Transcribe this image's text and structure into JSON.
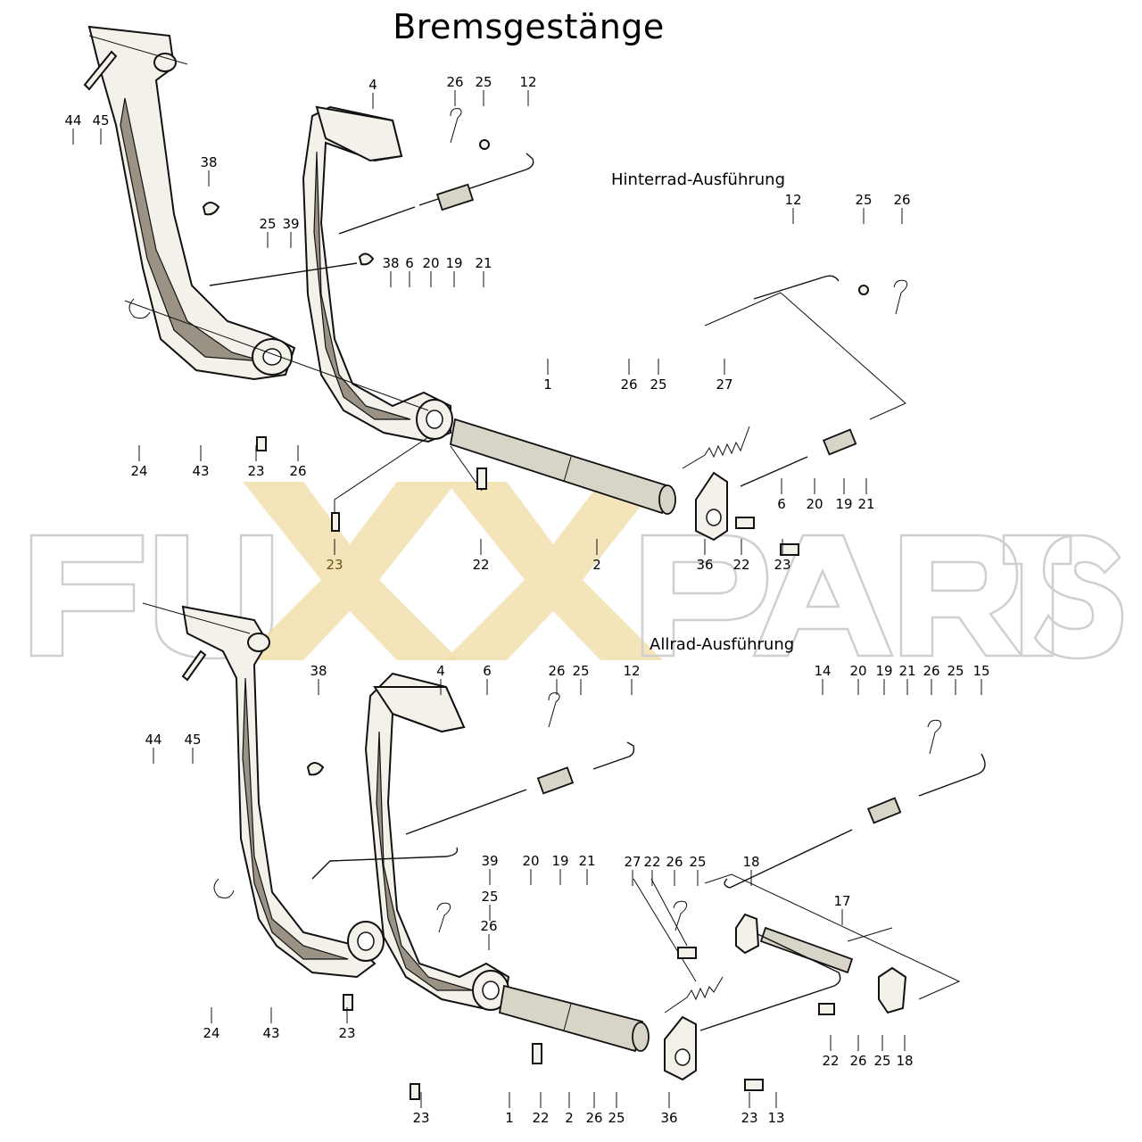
{
  "title": "Bremsgestänge",
  "variants": {
    "rear": "Hinterrad-Ausführung",
    "allwheel": "Allrad-Ausführung"
  },
  "watermark": {
    "left": "FU",
    "middle": "XX",
    "right": "PARTS",
    "accent_color": "#f2dfae",
    "outline_color": "#cfcfcf"
  },
  "labels_top": [
    {
      "id": "44",
      "text": "44"
    },
    {
      "id": "45",
      "text": "45"
    },
    {
      "id": "4",
      "text": "4"
    },
    {
      "id": "26a",
      "text": "26"
    },
    {
      "id": "25a",
      "text": "25"
    },
    {
      "id": "12a",
      "text": "12"
    },
    {
      "id": "38a",
      "text": "38"
    },
    {
      "id": "25b",
      "text": "25"
    },
    {
      "id": "39a",
      "text": "39"
    },
    {
      "id": "38b",
      "text": "38"
    },
    {
      "id": "6a",
      "text": "6"
    },
    {
      "id": "20a",
      "text": "20"
    },
    {
      "id": "19a",
      "text": "19"
    },
    {
      "id": "21a",
      "text": "21"
    },
    {
      "id": "12b",
      "text": "12"
    },
    {
      "id": "25c",
      "text": "25"
    },
    {
      "id": "26b",
      "text": "26"
    },
    {
      "id": "1a",
      "text": "1"
    },
    {
      "id": "26c",
      "text": "26"
    },
    {
      "id": "25d",
      "text": "25"
    },
    {
      "id": "27a",
      "text": "27"
    },
    {
      "id": "24a",
      "text": "24"
    },
    {
      "id": "43a",
      "text": "43"
    },
    {
      "id": "23a",
      "text": "23"
    },
    {
      "id": "26d",
      "text": "26"
    },
    {
      "id": "6b",
      "text": "6"
    },
    {
      "id": "20b",
      "text": "20"
    },
    {
      "id": "19b",
      "text": "19"
    },
    {
      "id": "21b",
      "text": "21"
    },
    {
      "id": "23b",
      "text": "23"
    },
    {
      "id": "22a",
      "text": "22"
    },
    {
      "id": "2a",
      "text": "2"
    },
    {
      "id": "36a",
      "text": "36"
    },
    {
      "id": "22b",
      "text": "22"
    },
    {
      "id": "23c",
      "text": "23"
    }
  ],
  "labels_bottom": [
    {
      "id": "44",
      "text": "44"
    },
    {
      "id": "45",
      "text": "45"
    },
    {
      "id": "38",
      "text": "38"
    },
    {
      "id": "4",
      "text": "4"
    },
    {
      "id": "6",
      "text": "6"
    },
    {
      "id": "26a",
      "text": "26"
    },
    {
      "id": "25a",
      "text": "25"
    },
    {
      "id": "12",
      "text": "12"
    },
    {
      "id": "14",
      "text": "14"
    },
    {
      "id": "20a",
      "text": "20"
    },
    {
      "id": "19a",
      "text": "19"
    },
    {
      "id": "21a",
      "text": "21"
    },
    {
      "id": "26b",
      "text": "26"
    },
    {
      "id": "25b",
      "text": "25"
    },
    {
      "id": "15",
      "text": "15"
    },
    {
      "id": "20b",
      "text": "20"
    },
    {
      "id": "19b",
      "text": "19"
    },
    {
      "id": "21b",
      "text": "21"
    },
    {
      "id": "39",
      "text": "39"
    },
    {
      "id": "25c",
      "text": "25"
    },
    {
      "id": "26c",
      "text": "26"
    },
    {
      "id": "27",
      "text": "27"
    },
    {
      "id": "22a",
      "text": "22"
    },
    {
      "id": "26d",
      "text": "26"
    },
    {
      "id": "25d",
      "text": "25"
    },
    {
      "id": "18a",
      "text": "18"
    },
    {
      "id": "17",
      "text": "17"
    },
    {
      "id": "24",
      "text": "24"
    },
    {
      "id": "43",
      "text": "43"
    },
    {
      "id": "23a",
      "text": "23"
    },
    {
      "id": "22b",
      "text": "22"
    },
    {
      "id": "26e",
      "text": "26"
    },
    {
      "id": "25e",
      "text": "25"
    },
    {
      "id": "18b",
      "text": "18"
    },
    {
      "id": "23b",
      "text": "23"
    },
    {
      "id": "1",
      "text": "1"
    },
    {
      "id": "22c",
      "text": "22"
    },
    {
      "id": "2",
      "text": "2"
    },
    {
      "id": "26f",
      "text": "26"
    },
    {
      "id": "25f",
      "text": "25"
    },
    {
      "id": "36",
      "text": "36"
    },
    {
      "id": "23c",
      "text": "23"
    },
    {
      "id": "13",
      "text": "13"
    }
  ]
}
